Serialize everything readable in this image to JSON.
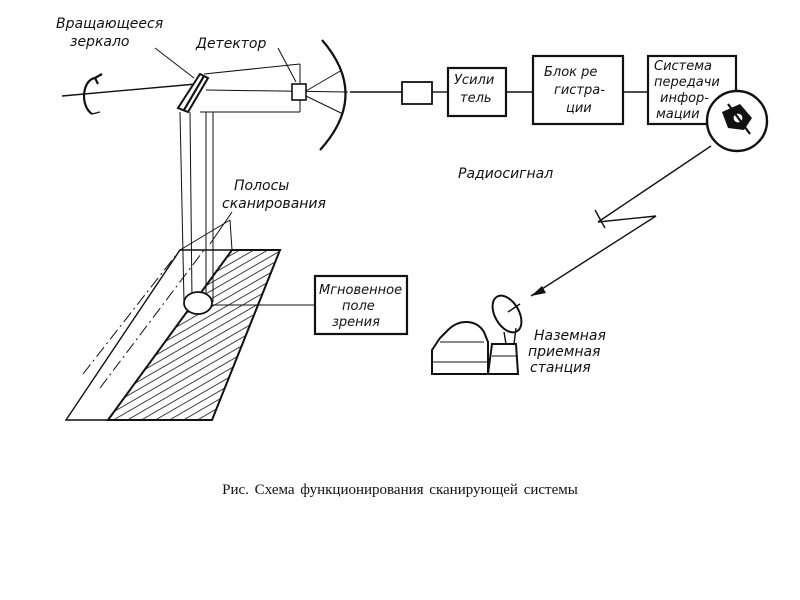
{
  "labels": {
    "mirror_line1": "Вращающееся",
    "mirror_line2": "зеркало",
    "detector": "Детектор",
    "amplifier_line1": "Усили",
    "amplifier_line2": "тель",
    "registration_line1": "Блок ре",
    "registration_line2": "гистра-",
    "registration_line3": "ции",
    "transfer_line1": "Система",
    "transfer_line2": "передачи",
    "transfer_line3": "инфор-",
    "transfer_line4": "мации",
    "radio_signal": "Радиосигнал",
    "scan_strips_line1": "Полосы",
    "scan_strips_line2": "сканирования",
    "ifov_line1": "Мгновенное",
    "ifov_line2": "поле",
    "ifov_line3": "зрения",
    "ground_line1": "Наземная",
    "ground_line2": "приемная",
    "ground_line3": "станция"
  },
  "caption": "Рис. Схема функционирования сканирующей системы"
}
